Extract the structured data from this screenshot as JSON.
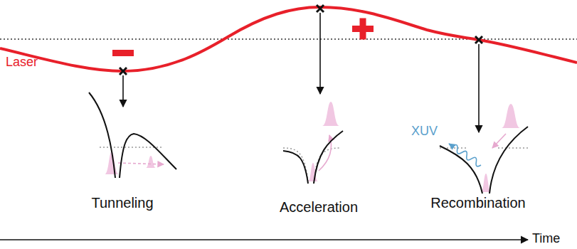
{
  "diagram": {
    "labels": [
      "Laser",
      "Tunneling",
      "Acceleration",
      "Recombination",
      "XUV",
      "Time"
    ]
  }
}
